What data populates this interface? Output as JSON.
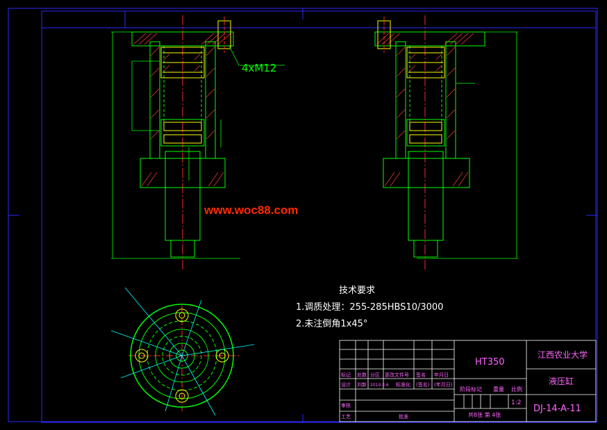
{
  "colors": {
    "background": "#000000",
    "frame": "#2a2aff",
    "outline": "#00ff00",
    "hatch": "#ff3a3a",
    "seal": "#ffff00",
    "centerline": "#ff2a2a",
    "dimension": "#00ffff",
    "title_text": "#ff66ff",
    "note_text": "#ffffff",
    "watermark": "#ff2a00"
  },
  "callout": {
    "bolt_spec": "4xM12"
  },
  "watermark": "www.woc88.com",
  "tech_requirements": {
    "title": "技术要求",
    "item1": "1.调质处理：255-285HBS10/3000",
    "item2": "2.未注倒角1x45°"
  },
  "title_block": {
    "material": "HT350",
    "school": "江西农业大学",
    "part_name": "液压缸",
    "drawing_no": "DJ-14-A-11",
    "scale": "1:2",
    "sheet": "共8张  第 4张",
    "headers": [
      "标记",
      "处数",
      "分区",
      "更改文件号",
      "签名",
      "年月日"
    ],
    "row_design": [
      "设计",
      "刘新",
      "2010.3.6",
      "标准化",
      "(签名)",
      "(年月日)"
    ],
    "stage_header": "阶段标记",
    "weight_header": "重量",
    "scale_header": "比例",
    "review": "审核",
    "process": "工艺",
    "approve": "批准"
  }
}
